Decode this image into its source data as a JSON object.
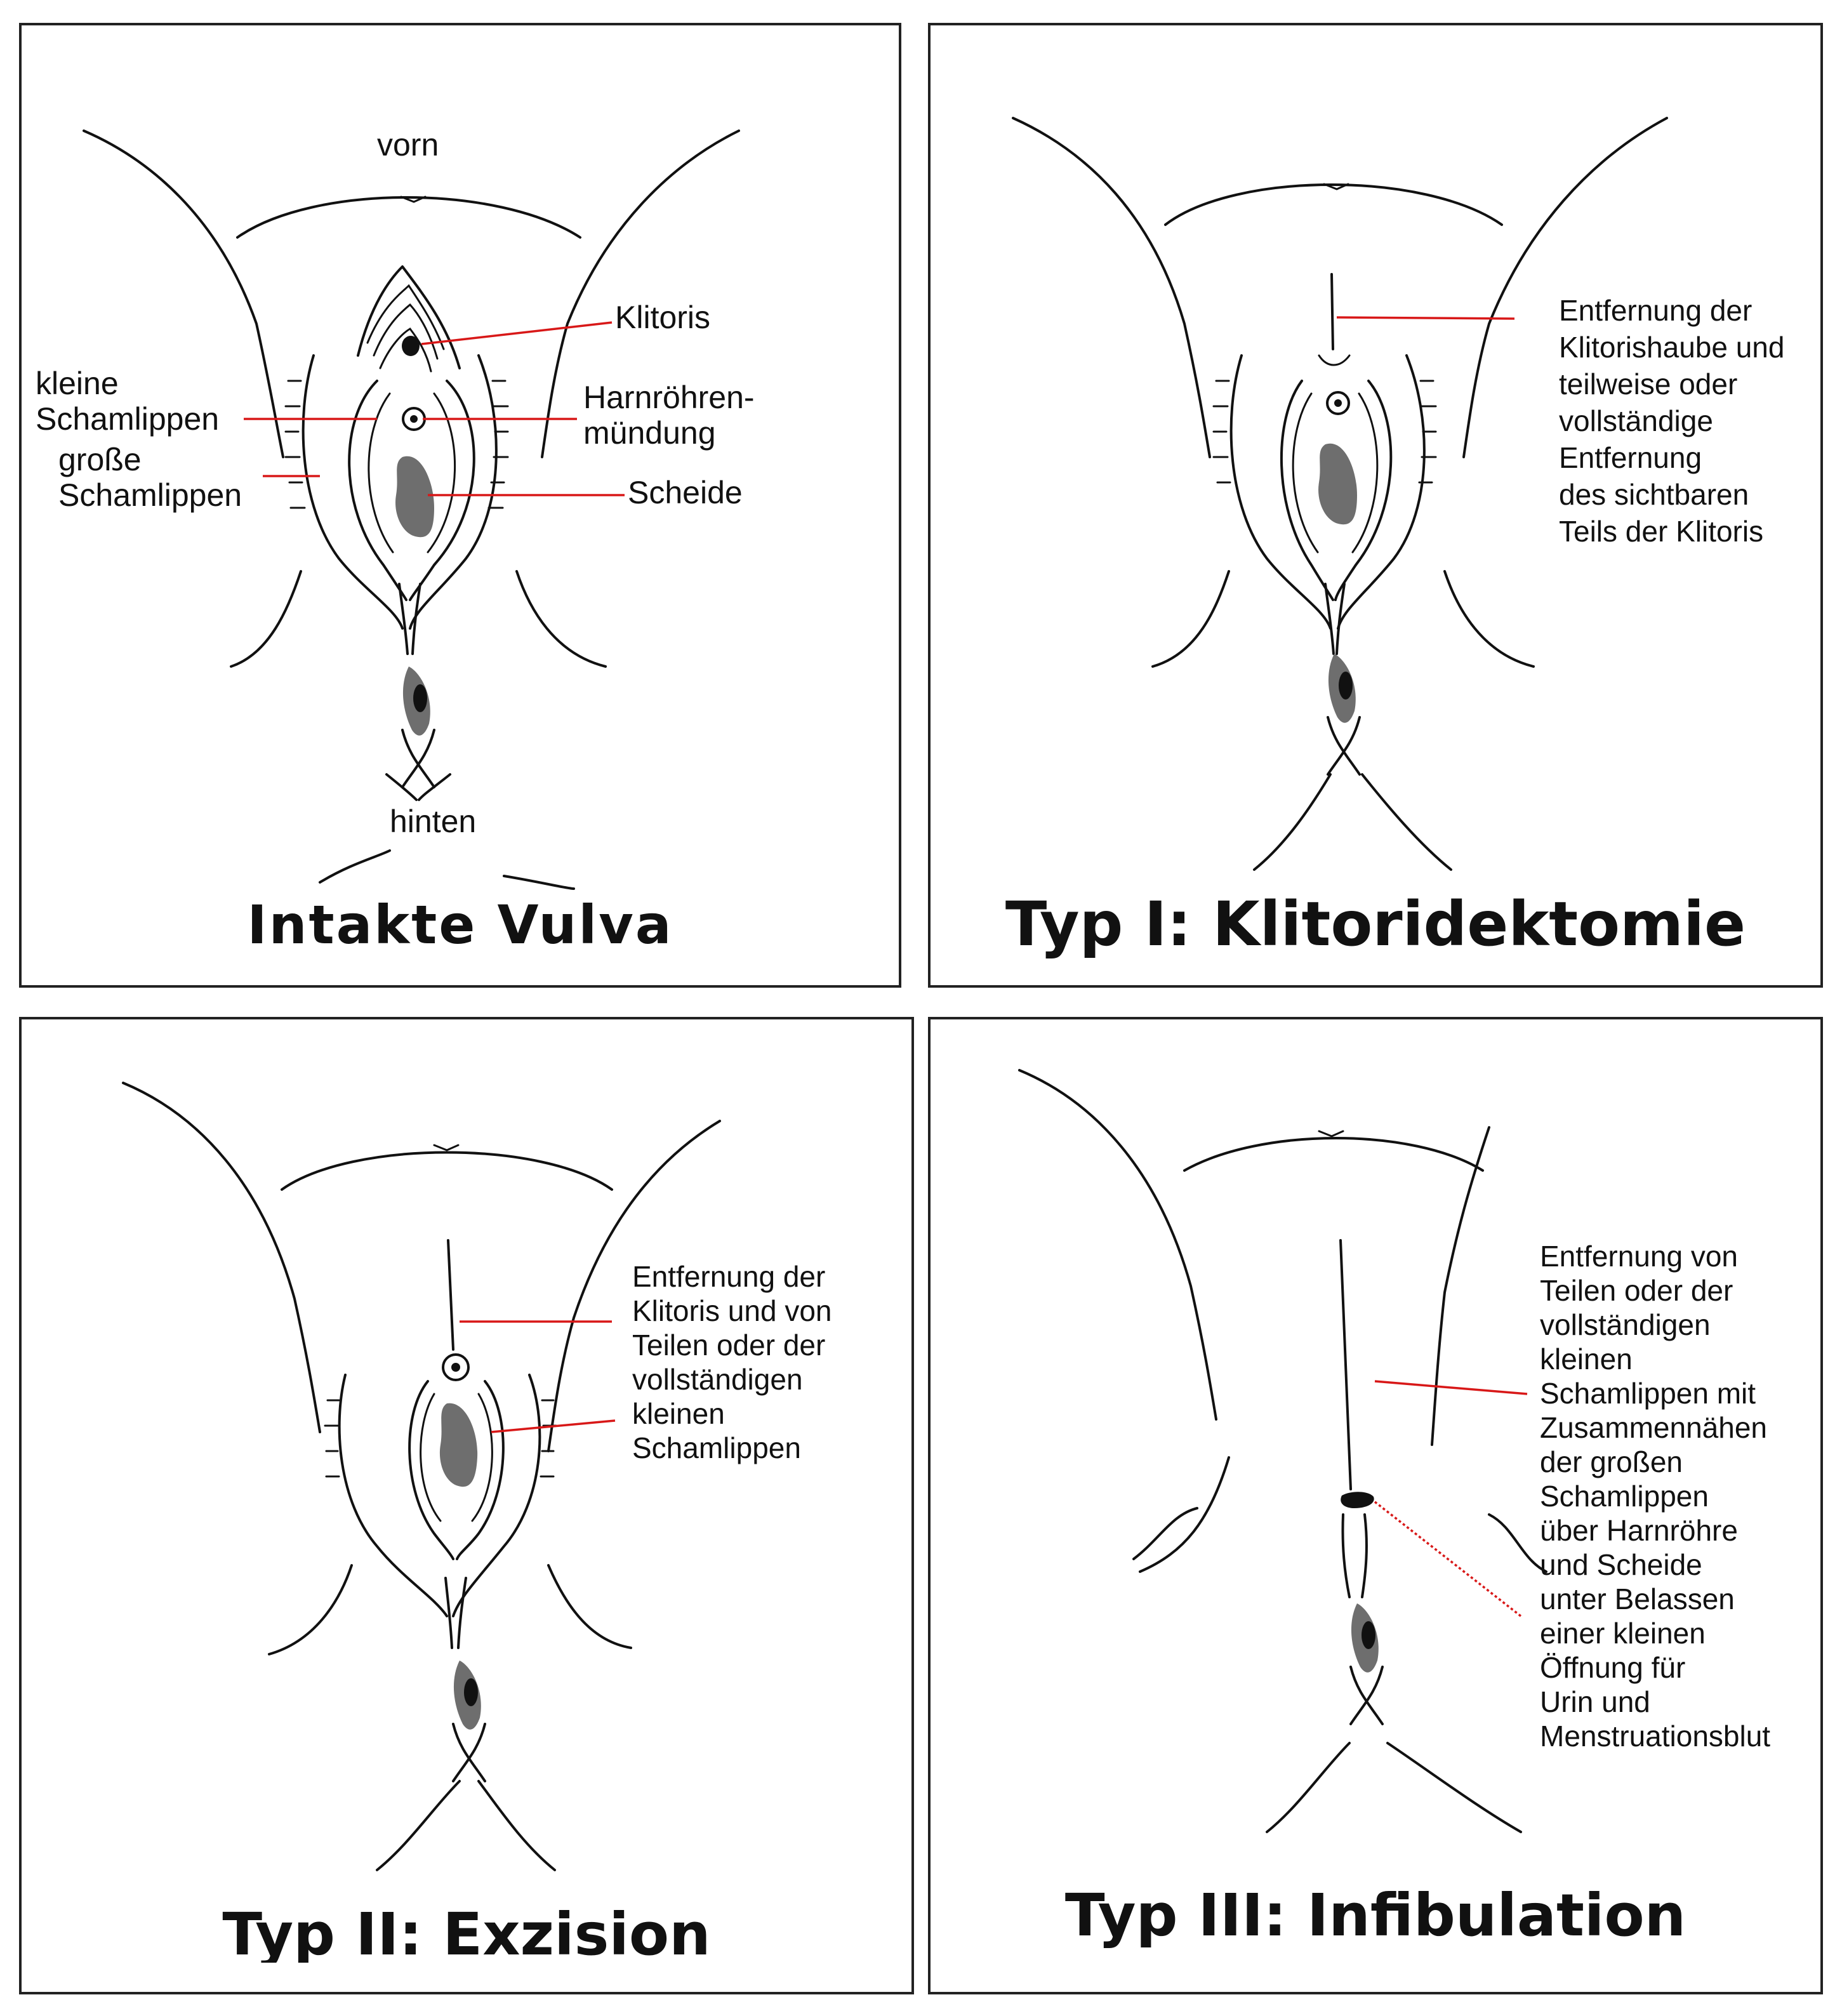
{
  "colors": {
    "outline": "#111111",
    "leader_line": "#d81818",
    "tissue_grey": "#6e6e6e",
    "background": "#ffffff"
  },
  "panels": [
    {
      "title": "Intakte Vulva",
      "labels": {
        "top": "vorn",
        "bottom": "hinten",
        "clitoris": "Klitoris",
        "urethra": "Harnröhren-\nmündung",
        "vagina": "Scheide",
        "labia_minora": "kleine\nSchamlippen",
        "labia_majora": "große\nSchamlippen"
      }
    },
    {
      "title": "Typ I: Klitoridektomie",
      "description": "Entfernung der\nKlitorishaube und\nteilweise oder\nvollständige\nEntfernung\ndes sichtbaren\nTeils der Klitoris"
    },
    {
      "title": "Typ II: Exzision",
      "description": "Entfernung der\nKlitoris und von\nTeilen oder der\nvollständigen\nkleinen\nSchamlippen"
    },
    {
      "title": "Typ III: Infibulation",
      "description": "Entfernung von\nTeilen oder der\nvollständigen\nkleinen\nSchamlippen mit\nZusammennähen\nder großen\nSchamlippen\nüber Harnröhre\nund Scheide\nunter Belassen\neiner kleinen\nÖffnung für\nUrin und\nMenstruationsblut"
    }
  ]
}
